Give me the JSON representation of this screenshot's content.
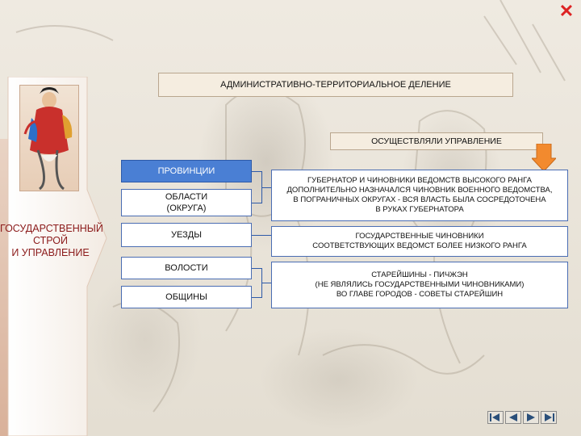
{
  "title": "АДМИНИСТРАТИВНО-ТЕРРИТОРИАЛЬНОЕ ДЕЛЕНИЕ",
  "control_label": "ОСУЩЕСТВЛЯЛИ УПРАВЛЕНИЕ",
  "left_title": [
    "ГОСУДАРСТВЕННЫЙ",
    "СТРОЙ",
    "И УПРАВЛЕНИЕ"
  ],
  "levels": [
    {
      "label": "ПРОВИНЦИИ"
    },
    {
      "label": "ОБЛАСТИ (ОКРУГА)",
      "lines": [
        "ОБЛАСТИ",
        "(ОКРУГА)"
      ]
    },
    {
      "label": "УЕЗДЫ"
    },
    {
      "label": "ВОЛОСТИ"
    },
    {
      "label": "ОБЩИНЫ"
    }
  ],
  "descriptions": [
    {
      "lines": [
        "ГУБЕРНАТОР И ЧИНОВНИКИ ВЕДОМСТВ ВЫСОКОГО РАНГА",
        "ДОПОЛНИТЕЛЬНО НАЗНАЧАЛСЯ ЧИНОВНИК ВОЕННОГО ВЕДОМСТВА,",
        "В ПОГРАНИЧНЫХ ОКРУГАХ - ВСЯ ВЛАСТЬ БЫЛА СОСРЕДОТОЧЕНА",
        "В РУКАХ ГУБЕРНАТОРА"
      ]
    },
    {
      "lines": [
        "ГОСУДАРСТВЕННЫЕ ЧИНОВНИКИ",
        "СООТВЕТСТВУЮЩИХ ВЕДОМСТ БОЛЕЕ НИЗКОГО РАНГА"
      ]
    },
    {
      "lines": [
        "СТАРЕЙШИНЫ - ПИЧЖЭН",
        "(НЕ ЯВЛЯЛИСЬ ГОСУДАРСТВЕННЫМИ ЧИНОВНИКАМИ)",
        "ВО ГЛАВЕ ГОРОДОВ - СОВЕТЫ СТАРЕЙШИН"
      ]
    }
  ],
  "colors": {
    "accent_blue": "#4a7fd4",
    "border_blue": "#4a6db3",
    "left_title": "#8b1a1a",
    "arrow_orange": "#f28a2e",
    "close": "#dd2222"
  },
  "icons": {
    "close": "close-icon",
    "nav": [
      "first-slide-icon",
      "previous-slide-icon",
      "next-slide-icon",
      "last-slide-icon"
    ]
  }
}
